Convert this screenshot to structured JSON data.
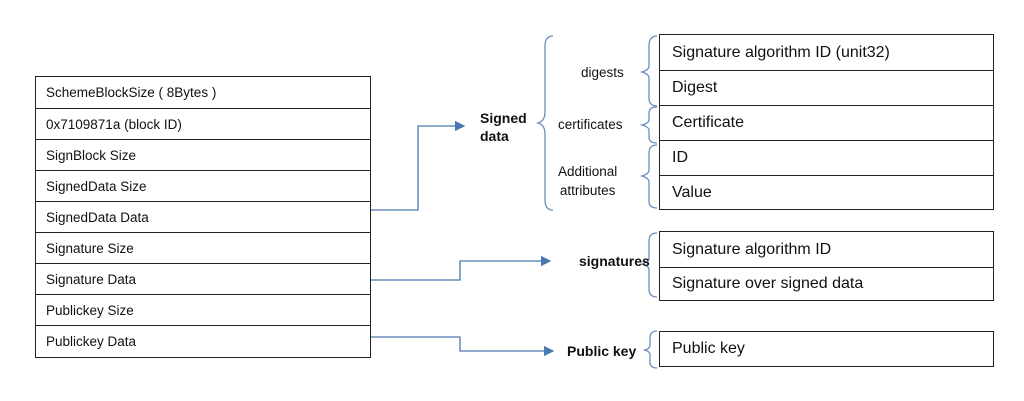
{
  "block_fields": [
    "SchemeBlockSize ( 8Bytes )",
    "0x7109871a (block ID)",
    "SignBlock Size",
    "SignedData Size",
    "SignedData Data",
    "Signature Size",
    "Signature Data",
    "Publickey Size",
    "Publickey Data"
  ],
  "signed_data": {
    "title_line1": "Signed",
    "title_line2": "data",
    "groups": {
      "digests": "digests",
      "certificates": "certificates",
      "additional_line1": "Additional",
      "additional_line2": "attributes"
    },
    "fields": [
      "Signature algorithm ID (unit32)",
      "Digest",
      "Certificate",
      "ID",
      "Value"
    ]
  },
  "signatures": {
    "title": "signatures",
    "fields": [
      "Signature algorithm ID",
      "Signature over signed data"
    ]
  },
  "public_key": {
    "title": "Public key",
    "fields": [
      "Public key"
    ]
  },
  "colors": {
    "connector": "#4a78b0",
    "brace": "#6a8fc0",
    "border": "#222222"
  }
}
